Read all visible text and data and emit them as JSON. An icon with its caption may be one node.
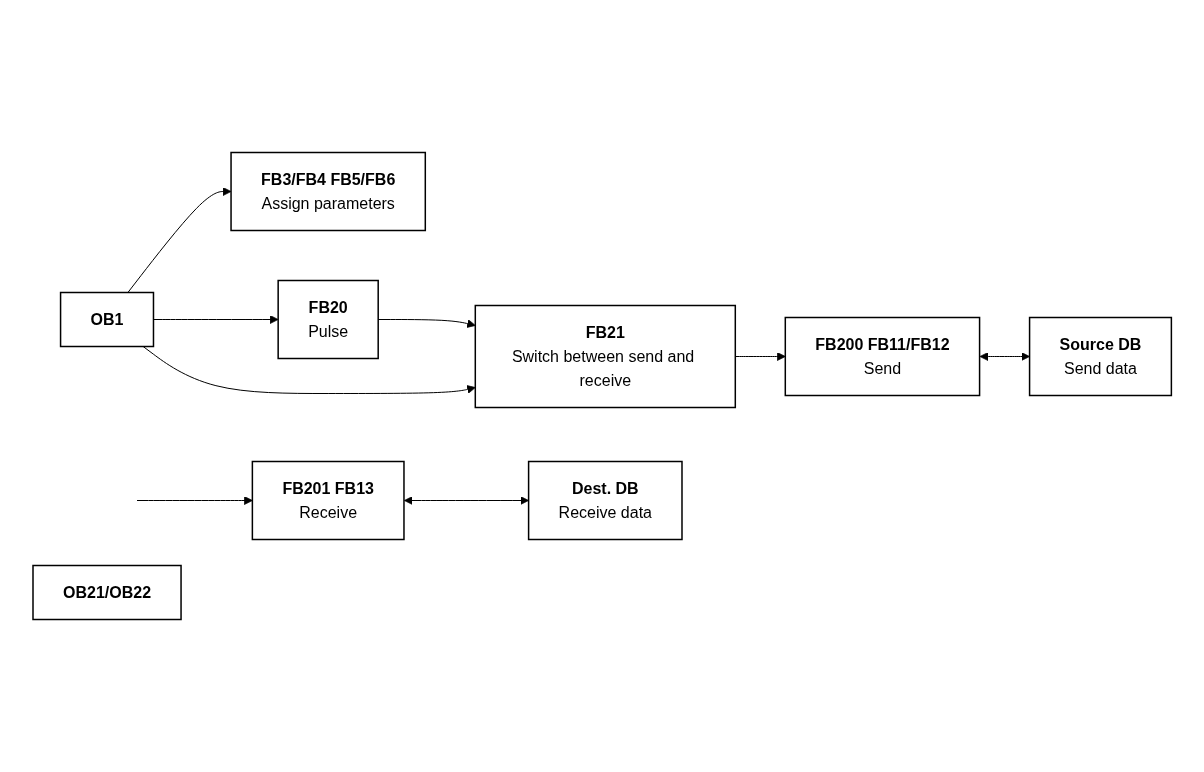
{
  "diagram": {
    "nodes": [
      {
        "text": [
          "OB21/OB22"
        ]
      },
      {
        "text": [
          "OB1"
        ]
      },
      {
        "text": [
          "FB3/FB4 FB5/FB6",
          "Assign parameters"
        ]
      },
      {
        "text": [
          "FB20",
          "Pulse"
        ]
      },
      {
        "text": [
          "FB21",
          "Switch between send and receive"
        ]
      },
      {
        "text": [
          "FB200 FB11/FB12",
          "Send"
        ]
      },
      {
        "text": [
          "Source DB",
          "Send data"
        ]
      },
      {
        "text": [
          "FB201 FB13",
          "Receive"
        ]
      },
      {
        "text": [
          "Dest. DB",
          "Receive data"
        ]
      }
    ],
    "edges": [
      {
        "from": 1,
        "to": 2,
        "arrow": "to"
      },
      {
        "from": 1,
        "to": 3,
        "arrow": "to"
      },
      {
        "from": 3,
        "to": 4,
        "arrow": "to"
      },
      {
        "from": 1,
        "to": 4,
        "arrow": "to"
      },
      {
        "from": 4,
        "to": 5,
        "arrow": "to"
      },
      {
        "from": null,
        "to": 7,
        "arrow": "to"
      },
      {
        "from": 5,
        "to": 6,
        "arrow": "both"
      },
      {
        "from": 7,
        "to": 8,
        "arrow": "both"
      }
    ]
  }
}
